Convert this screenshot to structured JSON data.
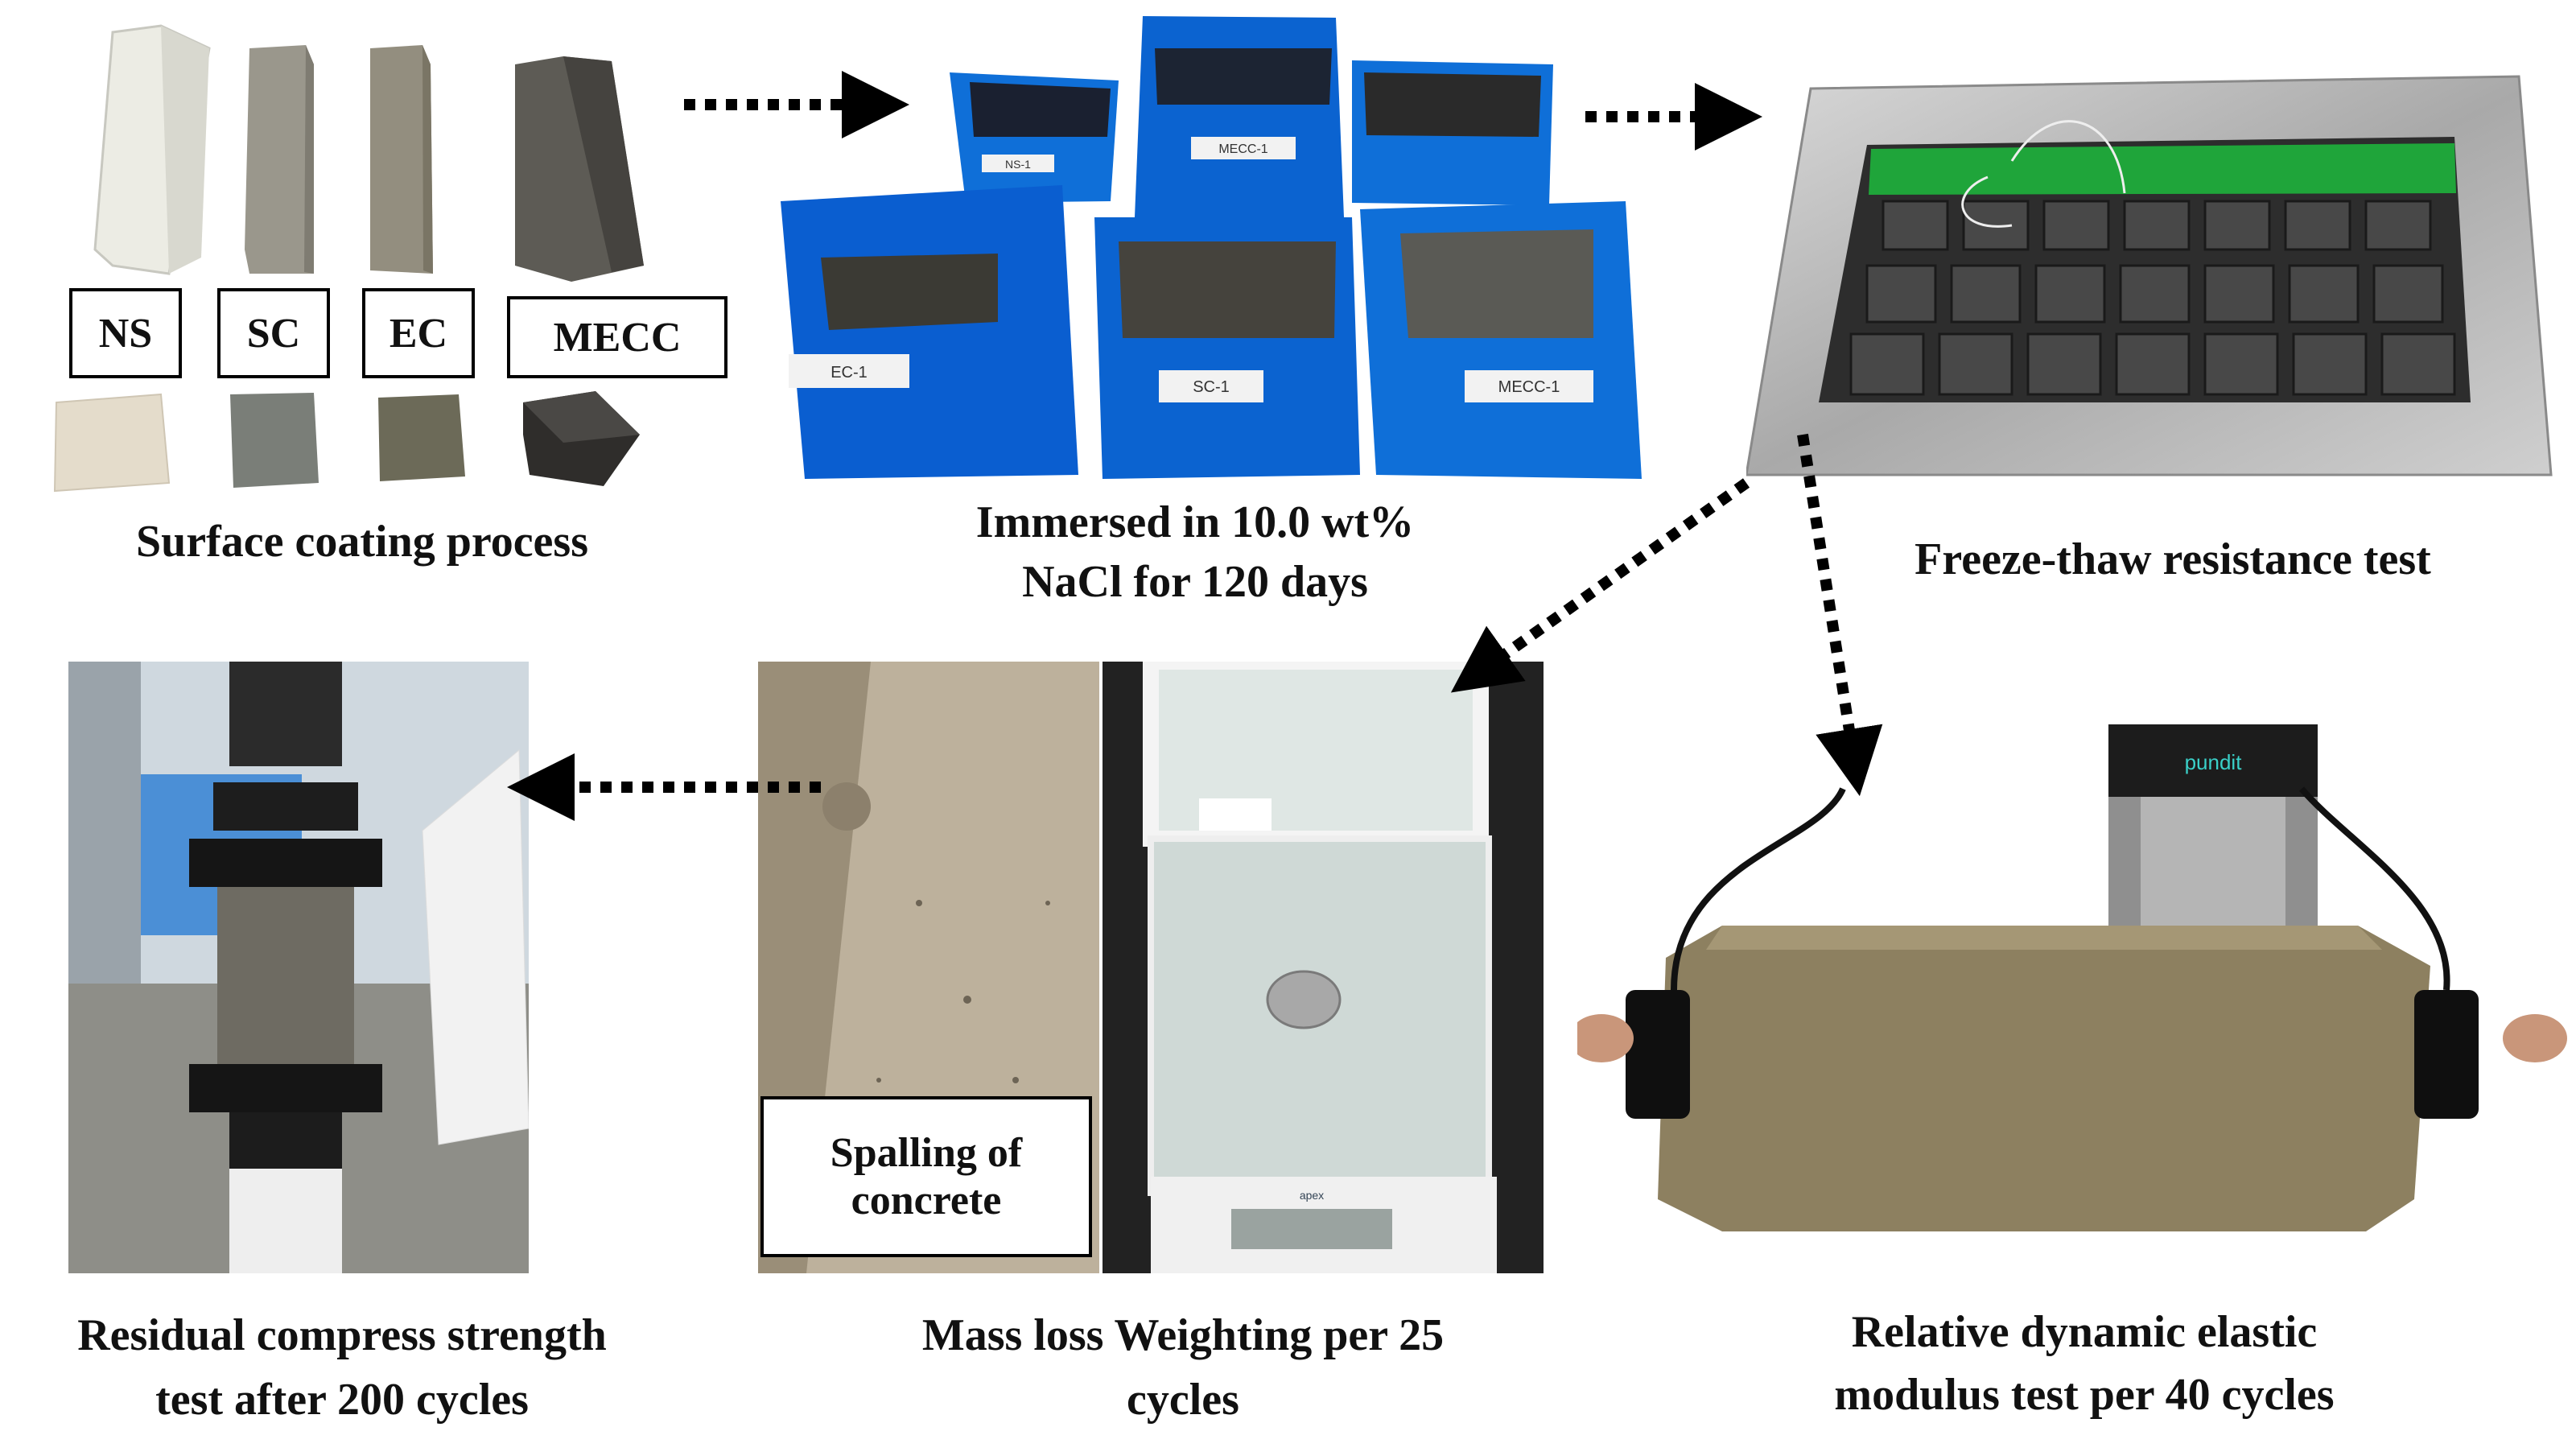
{
  "coating_labels": [
    "NS",
    "SC",
    "EC",
    "MECC"
  ],
  "basket_labels": [
    "NS-1",
    "MECC-1",
    "EC-1",
    "SC-1",
    "MECC-1"
  ],
  "balance_brand": "apex",
  "meter_brand": "pundit",
  "steps": {
    "coating": "Surface coating process",
    "immersion_line1": "Immersed in 10.0 wt%",
    "immersion_line2": "NaCl for 120 days",
    "freeze_thaw": "Freeze-thaw resistance test",
    "compress_line1": "Residual compress strength",
    "compress_line2": "test after 200 cycles",
    "mass_line1": "Mass loss Weighting per 25",
    "mass_line2": "cycles",
    "modulus_line1": "Relative dynamic elastic",
    "modulus_line2": "modulus test per 40 cycles"
  },
  "spalling_label_line1": "Spalling of",
  "spalling_label_line2": "concrete"
}
